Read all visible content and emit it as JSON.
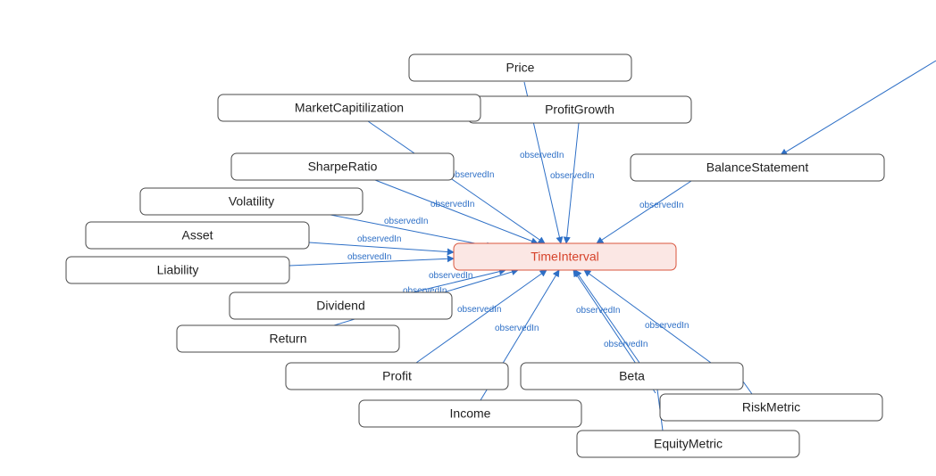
{
  "diagram": {
    "nodes": [
      {
        "id": "price",
        "label": "Price"
      },
      {
        "id": "profit_growth",
        "label": "ProfitGrowth"
      },
      {
        "id": "market_cap",
        "label": "MarketCapitilization"
      },
      {
        "id": "sharpe_ratio",
        "label": "SharpeRatio"
      },
      {
        "id": "balance_statement",
        "label": "BalanceStatement"
      },
      {
        "id": "volatility",
        "label": "Volatility"
      },
      {
        "id": "asset",
        "label": "Asset"
      },
      {
        "id": "liability",
        "label": "Liability"
      },
      {
        "id": "time_interval",
        "label": "TimeInterval"
      },
      {
        "id": "dividend",
        "label": "Dividend"
      },
      {
        "id": "return",
        "label": "Return"
      },
      {
        "id": "profit",
        "label": "Profit"
      },
      {
        "id": "beta",
        "label": "Beta"
      },
      {
        "id": "income",
        "label": "Income"
      },
      {
        "id": "risk_metric",
        "label": "RiskMetric"
      },
      {
        "id": "equity_metric",
        "label": "EquityMetric"
      }
    ],
    "edge_label": "observedIn"
  }
}
